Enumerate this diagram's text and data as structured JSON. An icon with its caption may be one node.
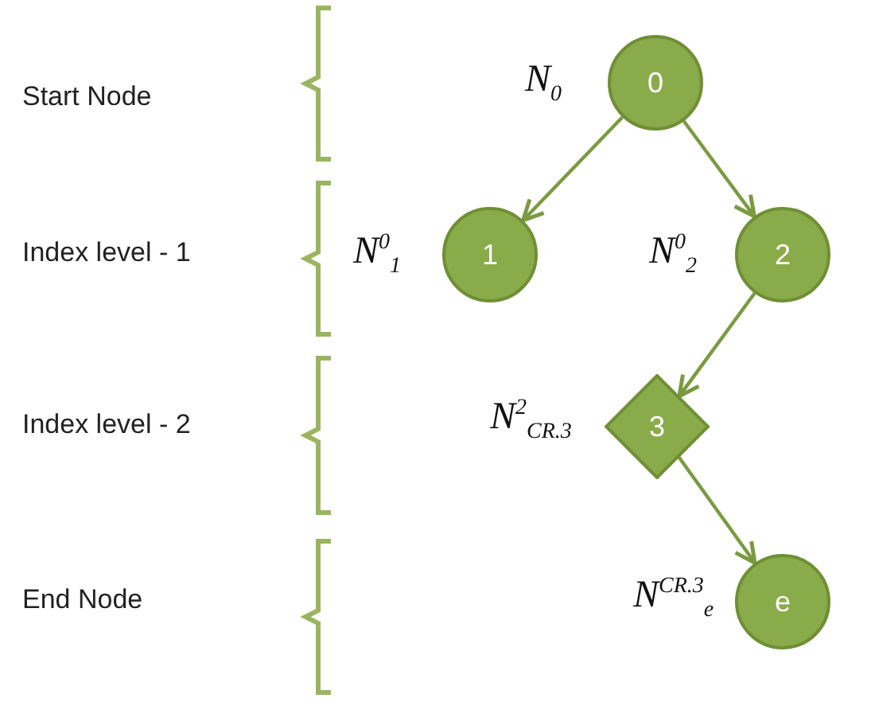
{
  "diagram": {
    "nodes": [
      {
        "text": [
          "0"
        ],
        "beside": [
          "*N*$_{0}$"
        ]
      },
      {
        "text": [
          "1"
        ],
        "beside": [
          "*N*$^{0}$$_{1}$"
        ]
      },
      {
        "text": [
          "2"
        ],
        "beside": [
          "*N*$^{0}$$_{2}$"
        ]
      },
      {
        "text": [
          "3"
        ],
        "beside": [
          "*N*$^{2}$$_{CR.3}$"
        ]
      },
      {
        "text": [
          "e"
        ],
        "beside": [
          "*N*$^{CR.3}$$_{e}$"
        ]
      }
    ],
    "edges": [
      {
        "from": 0,
        "to": 1,
        "arrow": "to"
      },
      {
        "from": 0,
        "to": 2,
        "arrow": "to"
      },
      {
        "from": 2,
        "to": 3,
        "arrow": "to"
      },
      {
        "from": 3,
        "to": 4,
        "arrow": "to"
      }
    ],
    "labels": [
      "Start Node",
      "Index level - 1",
      "Index level - 2",
      "End Node"
    ]
  }
}
